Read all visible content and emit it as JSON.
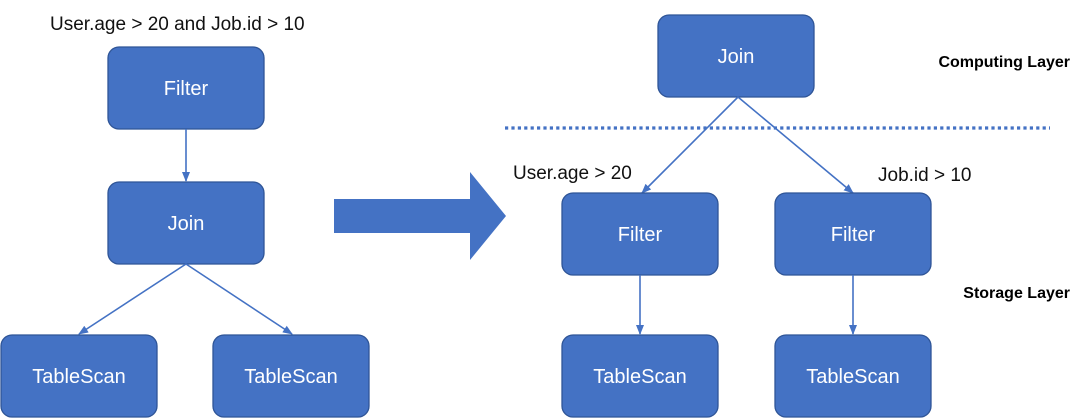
{
  "before": {
    "condition": "User.age > 20 and  Job.id > 10",
    "filter_label": "Filter",
    "join_label": "Join",
    "scan_left_label": "TableScan",
    "scan_right_label": "TableScan"
  },
  "after": {
    "join_label": "Join",
    "left_condition": "User.age > 20",
    "right_condition": "Job.id > 10",
    "filter_left_label": "Filter",
    "filter_right_label": "Filter",
    "scan_left_label": "TableScan",
    "scan_right_label": "TableScan"
  },
  "layers": {
    "computing": "Computing Layer",
    "storage": "Storage Layer"
  },
  "colors": {
    "node_fill": "#4472c4",
    "node_border": "#2f5597",
    "node_text": "#ffffff",
    "label_text": "#000000"
  }
}
